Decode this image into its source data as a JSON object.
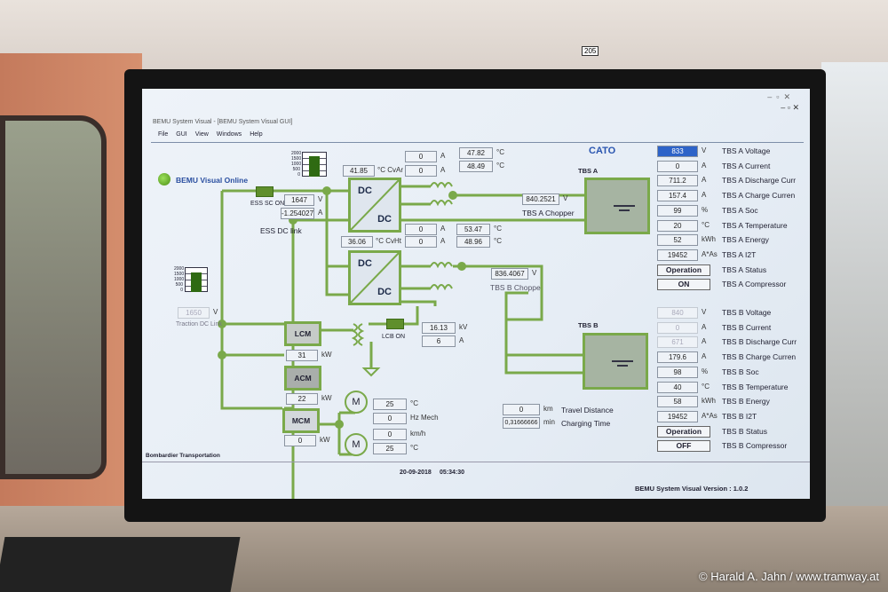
{
  "window": {
    "title": "BEMU System Visual - [BEMU System Visual GUI]",
    "menu": [
      "File",
      "GUI",
      "View",
      "Windows",
      "Help"
    ]
  },
  "status": {
    "online_label": "BEMU Visual Online",
    "color": "#5aa51c"
  },
  "brand": "CATO",
  "converter_a": {
    "temp_cvar": "41.85",
    "temp_cvar_unit": "°C CvAr",
    "current1": "0",
    "current2": "0",
    "temp1": "47.82",
    "temp2": "48.49",
    "dc_top": "DC",
    "dc_bottom": "DC"
  },
  "converter_b": {
    "temp_cvht": "36.06",
    "temp_cvht_unit": "°C CvHt",
    "current1": "0",
    "current2": "0",
    "temp1": "53.47",
    "temp2": "48.96",
    "dc_top": "DC",
    "dc_bottom": "DC"
  },
  "ess": {
    "switch_label": "ESS SC ON",
    "voltage": "1647",
    "current": "-1.254027",
    "dc_link_label": "ESS DC link"
  },
  "mini_chart_ticks": [
    "2000",
    "1500",
    "1000",
    "500",
    "0"
  ],
  "traction": {
    "voltage": "1650",
    "label": "Traction DC Link"
  },
  "choppers": {
    "a_value": "840.2521",
    "a_label": "TBS A Chopper",
    "b_value": "836.4067",
    "b_label": "TBS B Chopper"
  },
  "tbs_a_label": "TBS A",
  "tbs_b_label": "TBS B",
  "modules": {
    "lcm": "LCM",
    "lcm_kw": "31",
    "acm": "ACM",
    "acm_kw": "22",
    "mcm": "MCM",
    "mcm_kw": "0",
    "lcb_label": "LCB ON",
    "line_kv": "16.13",
    "line_a": "6"
  },
  "motors": {
    "m": "M",
    "temp1": "25",
    "hz": "0",
    "speed": "0",
    "temp2": "25"
  },
  "units": {
    "V": "V",
    "A": "A",
    "C": "°C",
    "kW": "kW",
    "kV": "kV",
    "hz": "Hz Mech",
    "kmh": "km/h",
    "km": "km",
    "min": "min"
  },
  "travel": {
    "distance": "0",
    "distance_label": "Travel Distance",
    "charging": "0,31666666",
    "charging_label": "Charging Time"
  },
  "tbs_a": [
    {
      "value": "833",
      "unit": "V",
      "label": "TBS A Voltage"
    },
    {
      "value": "0",
      "unit": "A",
      "label": "TBS A Current"
    },
    {
      "value": "711.2",
      "unit": "A",
      "label": "TBS A Discharge Curr"
    },
    {
      "value": "157.4",
      "unit": "A",
      "label": "TBS A Charge Curren"
    },
    {
      "value": "99",
      "unit": "%",
      "label": "TBS A Soc"
    },
    {
      "value": "20",
      "unit": "°C",
      "label": "TBS A Temperature"
    },
    {
      "value": "52",
      "unit": "kWh",
      "label": "TBS A Energy"
    },
    {
      "value": "19452",
      "unit": "A*As",
      "label": "TBS A I2T"
    },
    {
      "value": "Operation",
      "unit": "",
      "label": "TBS A Status"
    },
    {
      "value": "ON",
      "unit": "",
      "label": "TBS A Compressor"
    }
  ],
  "tbs_b": [
    {
      "value": "840",
      "unit": "V",
      "label": "TBS B Voltage"
    },
    {
      "value": "0",
      "unit": "A",
      "label": "TBS B Current"
    },
    {
      "value": "671",
      "unit": "A",
      "label": "TBS B Discharge Curr"
    },
    {
      "value": "179.6",
      "unit": "A",
      "label": "TBS B Charge Curren"
    },
    {
      "value": "98",
      "unit": "%",
      "label": "TBS B Soc"
    },
    {
      "value": "40",
      "unit": "°C",
      "label": "TBS B Temperature"
    },
    {
      "value": "58",
      "unit": "kWh",
      "label": "TBS B Energy"
    },
    {
      "value": "19452",
      "unit": "A*As",
      "label": "TBS B I2T"
    },
    {
      "value": "Operation",
      "unit": "",
      "label": "TBS B Status"
    },
    {
      "value": "OFF",
      "unit": "",
      "label": "TBS B Compressor"
    }
  ],
  "footer": {
    "company": "Bombardier Transportation",
    "date": "20-09-2018",
    "time": "05:34:30",
    "version": "BEMU System Visual Version : 1.0.2"
  },
  "photo": {
    "car_number": "205",
    "copyright": "© Harald A. Jahn / www.tramway.at"
  }
}
